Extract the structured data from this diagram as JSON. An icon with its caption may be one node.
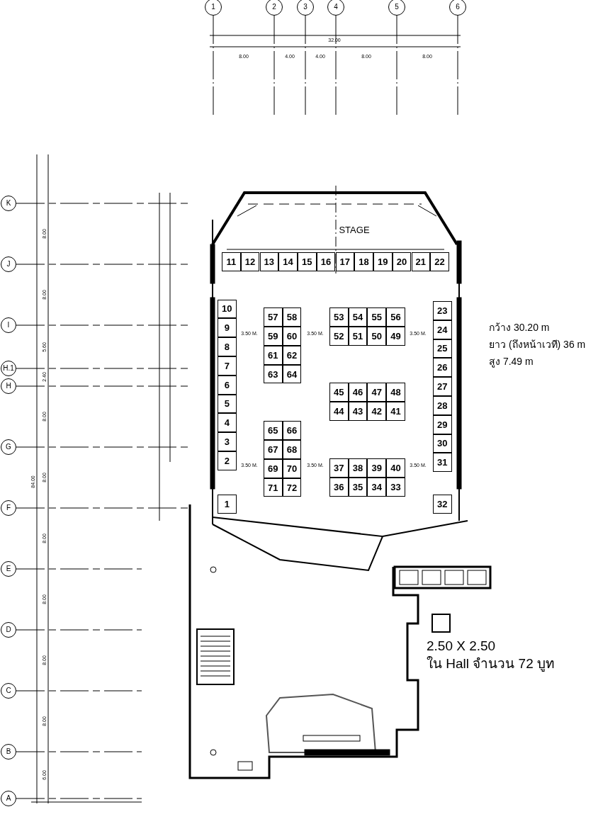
{
  "diagram": {
    "nodes": [
      {
        "text": [
          "1"
        ]
      },
      {
        "text": [
          "2"
        ]
      },
      {
        "text": [
          "3"
        ]
      },
      {
        "text": [
          "4"
        ]
      },
      {
        "text": [
          "5"
        ]
      },
      {
        "text": [
          "6"
        ]
      },
      {
        "text": [
          "K"
        ]
      },
      {
        "text": [
          "J"
        ]
      },
      {
        "text": [
          "I"
        ]
      },
      {
        "text": [
          "H.1"
        ]
      },
      {
        "text": [
          "H"
        ]
      },
      {
        "text": [
          "G"
        ]
      },
      {
        "text": [
          "F"
        ]
      },
      {
        "text": [
          "E"
        ]
      },
      {
        "text": [
          "D"
        ]
      },
      {
        "text": [
          "C"
        ]
      },
      {
        "text": [
          "B"
        ]
      },
      {
        "text": [
          "A"
        ]
      },
      {
        "text": [
          "1"
        ]
      },
      {
        "text": [
          "2"
        ]
      },
      {
        "text": [
          "3"
        ]
      },
      {
        "text": [
          "4"
        ]
      },
      {
        "text": [
          "5"
        ]
      },
      {
        "text": [
          "6"
        ]
      },
      {
        "text": [
          "7"
        ]
      },
      {
        "text": [
          "8"
        ]
      },
      {
        "text": [
          "9"
        ]
      },
      {
        "text": [
          "10"
        ]
      },
      {
        "text": [
          "11"
        ]
      },
      {
        "text": [
          "12"
        ]
      },
      {
        "text": [
          "13"
        ]
      },
      {
        "text": [
          "14"
        ]
      },
      {
        "text": [
          "15"
        ]
      },
      {
        "text": [
          "16"
        ]
      },
      {
        "text": [
          "17"
        ]
      },
      {
        "text": [
          "18"
        ]
      },
      {
        "text": [
          "19"
        ]
      },
      {
        "text": [
          "20"
        ]
      },
      {
        "text": [
          "21"
        ]
      },
      {
        "text": [
          "22"
        ]
      },
      {
        "text": [
          "23"
        ]
      },
      {
        "text": [
          "24"
        ]
      },
      {
        "text": [
          "25"
        ]
      },
      {
        "text": [
          "26"
        ]
      },
      {
        "text": [
          "27"
        ]
      },
      {
        "text": [
          "28"
        ]
      },
      {
        "text": [
          "29"
        ]
      },
      {
        "text": [
          "30"
        ]
      },
      {
        "text": [
          "31"
        ]
      },
      {
        "text": [
          "32"
        ]
      },
      {
        "text": [
          "33"
        ]
      },
      {
        "text": [
          "34"
        ]
      },
      {
        "text": [
          "35"
        ]
      },
      {
        "text": [
          "36"
        ]
      },
      {
        "text": [
          "37"
        ]
      },
      {
        "text": [
          "38"
        ]
      },
      {
        "text": [
          "39"
        ]
      },
      {
        "text": [
          "40"
        ]
      },
      {
        "text": [
          "41"
        ]
      },
      {
        "text": [
          "42"
        ]
      },
      {
        "text": [
          "43"
        ]
      },
      {
        "text": [
          "44"
        ]
      },
      {
        "text": [
          "45"
        ]
      },
      {
        "text": [
          "46"
        ]
      },
      {
        "text": [
          "47"
        ]
      },
      {
        "text": [
          "48"
        ]
      },
      {
        "text": [
          "49"
        ]
      },
      {
        "text": [
          "50"
        ]
      },
      {
        "text": [
          "51"
        ]
      },
      {
        "text": [
          "52"
        ]
      },
      {
        "text": [
          "53"
        ]
      },
      {
        "text": [
          "54"
        ]
      },
      {
        "text": [
          "55"
        ]
      },
      {
        "text": [
          "56"
        ]
      },
      {
        "text": [
          "57"
        ]
      },
      {
        "text": [
          "58"
        ]
      },
      {
        "text": [
          "59"
        ]
      },
      {
        "text": [
          "60"
        ]
      },
      {
        "text": [
          "61"
        ]
      },
      {
        "text": [
          "62"
        ]
      },
      {
        "text": [
          "63"
        ]
      },
      {
        "text": [
          "64"
        ]
      },
      {
        "text": [
          "65"
        ]
      },
      {
        "text": [
          "66"
        ]
      },
      {
        "text": [
          "67"
        ]
      },
      {
        "text": [
          "68"
        ]
      },
      {
        "text": [
          "69"
        ]
      },
      {
        "text": [
          "70"
        ]
      },
      {
        "text": [
          "71"
        ]
      },
      {
        "text": [
          "72"
        ]
      },
      {
        "text": [],
        "shape": "box",
        "beside": [
          "2.50 X 2.50",
          "ใน Hall จำนวน 72 บูท"
        ]
      }
    ],
    "labels": [
      "32.00",
      "8.00",
      "4.00",
      "4.00",
      "8.00",
      "8.00",
      "84.00",
      "8.00",
      "8.00",
      "5.60",
      "2.40",
      "8.00",
      "8.00",
      "8.00",
      "8.00",
      "8.00",
      "8.00",
      "6.00",
      "STAGE",
      "3.50 M.",
      "3.50 M.",
      "3.50 M.",
      "3.50 M.",
      "3.50 M.",
      "3.50 M.",
      "กว้าง 30.20 m",
      "ยาว (ถึงหน้าเวที) 36 m",
      "สูง 7.49 m"
    ]
  }
}
